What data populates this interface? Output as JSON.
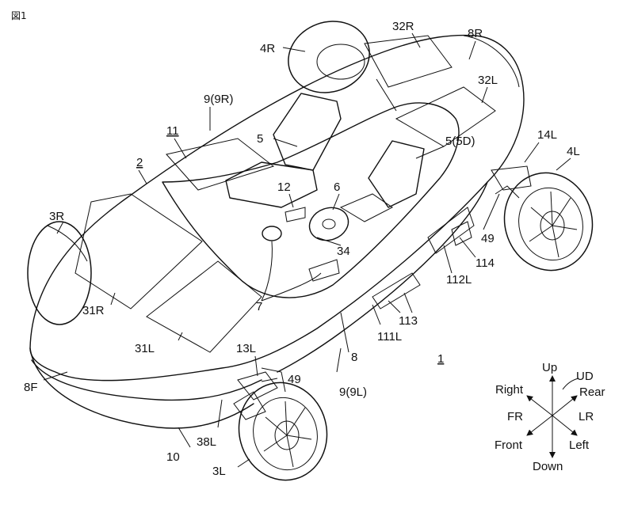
{
  "figure_label": "図1",
  "callouts": {
    "c_4R": "4R",
    "c_32R": "32R",
    "c_8R": "8R",
    "c_9_9R": "9(9R)",
    "c_32L": "32L",
    "c_11": "11",
    "c_5": "5",
    "c_5_5D": "5(5D)",
    "c_14L": "14L",
    "c_4L": "4L",
    "c_2": "2",
    "c_12": "12",
    "c_6": "6",
    "c_3R": "3R",
    "c_34": "34",
    "c_49_right": "49",
    "c_114": "114",
    "c_112L": "112L",
    "c_7": "7",
    "c_31R": "31R",
    "c_113": "113",
    "c_111L": "111L",
    "c_31L": "31L",
    "c_8": "8",
    "c_13L": "13L",
    "c_1": "1",
    "c_49_front": "49",
    "c_9_9L": "9(9L)",
    "c_8F": "8F",
    "c_38L": "38L",
    "c_10": "10",
    "c_3L": "3L"
  },
  "direction_legend": {
    "up": "Up",
    "ud": "UD",
    "right": "Right",
    "rear": "Rear",
    "fr": "FR",
    "lr": "LR",
    "front": "Front",
    "left": "Left",
    "down": "Down"
  }
}
